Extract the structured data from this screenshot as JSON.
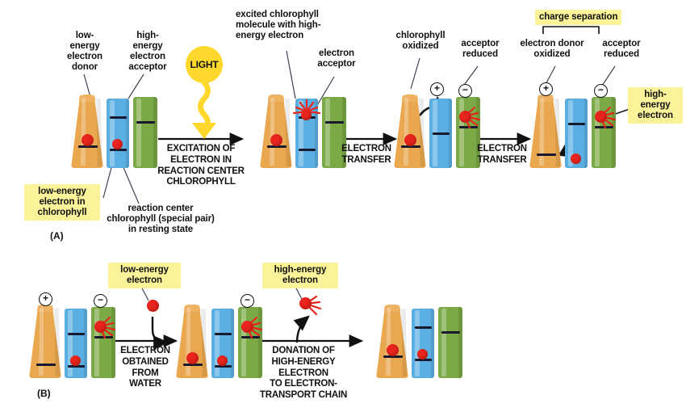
{
  "figure": {
    "panel_a_id": "(A)",
    "panel_b_id": "(B)",
    "colors": {
      "donor": "#e9a74f",
      "chlorophyll": "#5aaee2",
      "acceptor": "#7ba945",
      "electron": "#e8241c",
      "highlight": "#faf39a",
      "light": "#ffd82e"
    }
  },
  "panel_a": {
    "labels": {
      "low_energy_donor": "low-\nenergy\nelectron\ndonor",
      "high_energy_acceptor": "high-\nenergy\nelectron\nacceptor",
      "excited_chlorophyll": "excited chlorophyll\nmolecule with high-\nenergy electron",
      "electron_acceptor": "electron\nacceptor",
      "chlorophyll_oxidized": "chlorophyll\noxidized",
      "acceptor_reduced_3": "acceptor\nreduced",
      "electron_donor_oxidized": "electron donor\noxidized",
      "acceptor_reduced_4": "acceptor\nreduced",
      "charge_separation": "charge separation",
      "low_energy_electron_in_chlorophyll": "low-energy\nelectron in\nchlorophyll",
      "reaction_center": "reaction center\nchlorophyll (special pair)\nin resting state",
      "high_energy_electron": "high-\nenergy\nelectron",
      "light": "LIGHT"
    },
    "steps": {
      "excitation": "EXCITATION OF\nELECTRON IN\nREACTION CENTER\nCHLOROPHYLL",
      "transfer_1": "ELECTRON\nTRANSFER",
      "transfer_2": "ELECTRON\nTRANSFER"
    },
    "charges": {
      "plus": "+",
      "minus": "−"
    }
  },
  "panel_b": {
    "labels": {
      "low_energy_electron": "low-energy\nelectron",
      "high_energy_electron": "high-energy\nelectron"
    },
    "steps": {
      "electron_from_water": "ELECTRON\nOBTAINED\nFROM\nWATER",
      "donation": "DONATION OF\nHIGH-ENERGY\nELECTRON\nTO ELECTRON-\nTRANSPORT CHAIN"
    },
    "charges": {
      "plus": "+",
      "minus": "−"
    }
  }
}
